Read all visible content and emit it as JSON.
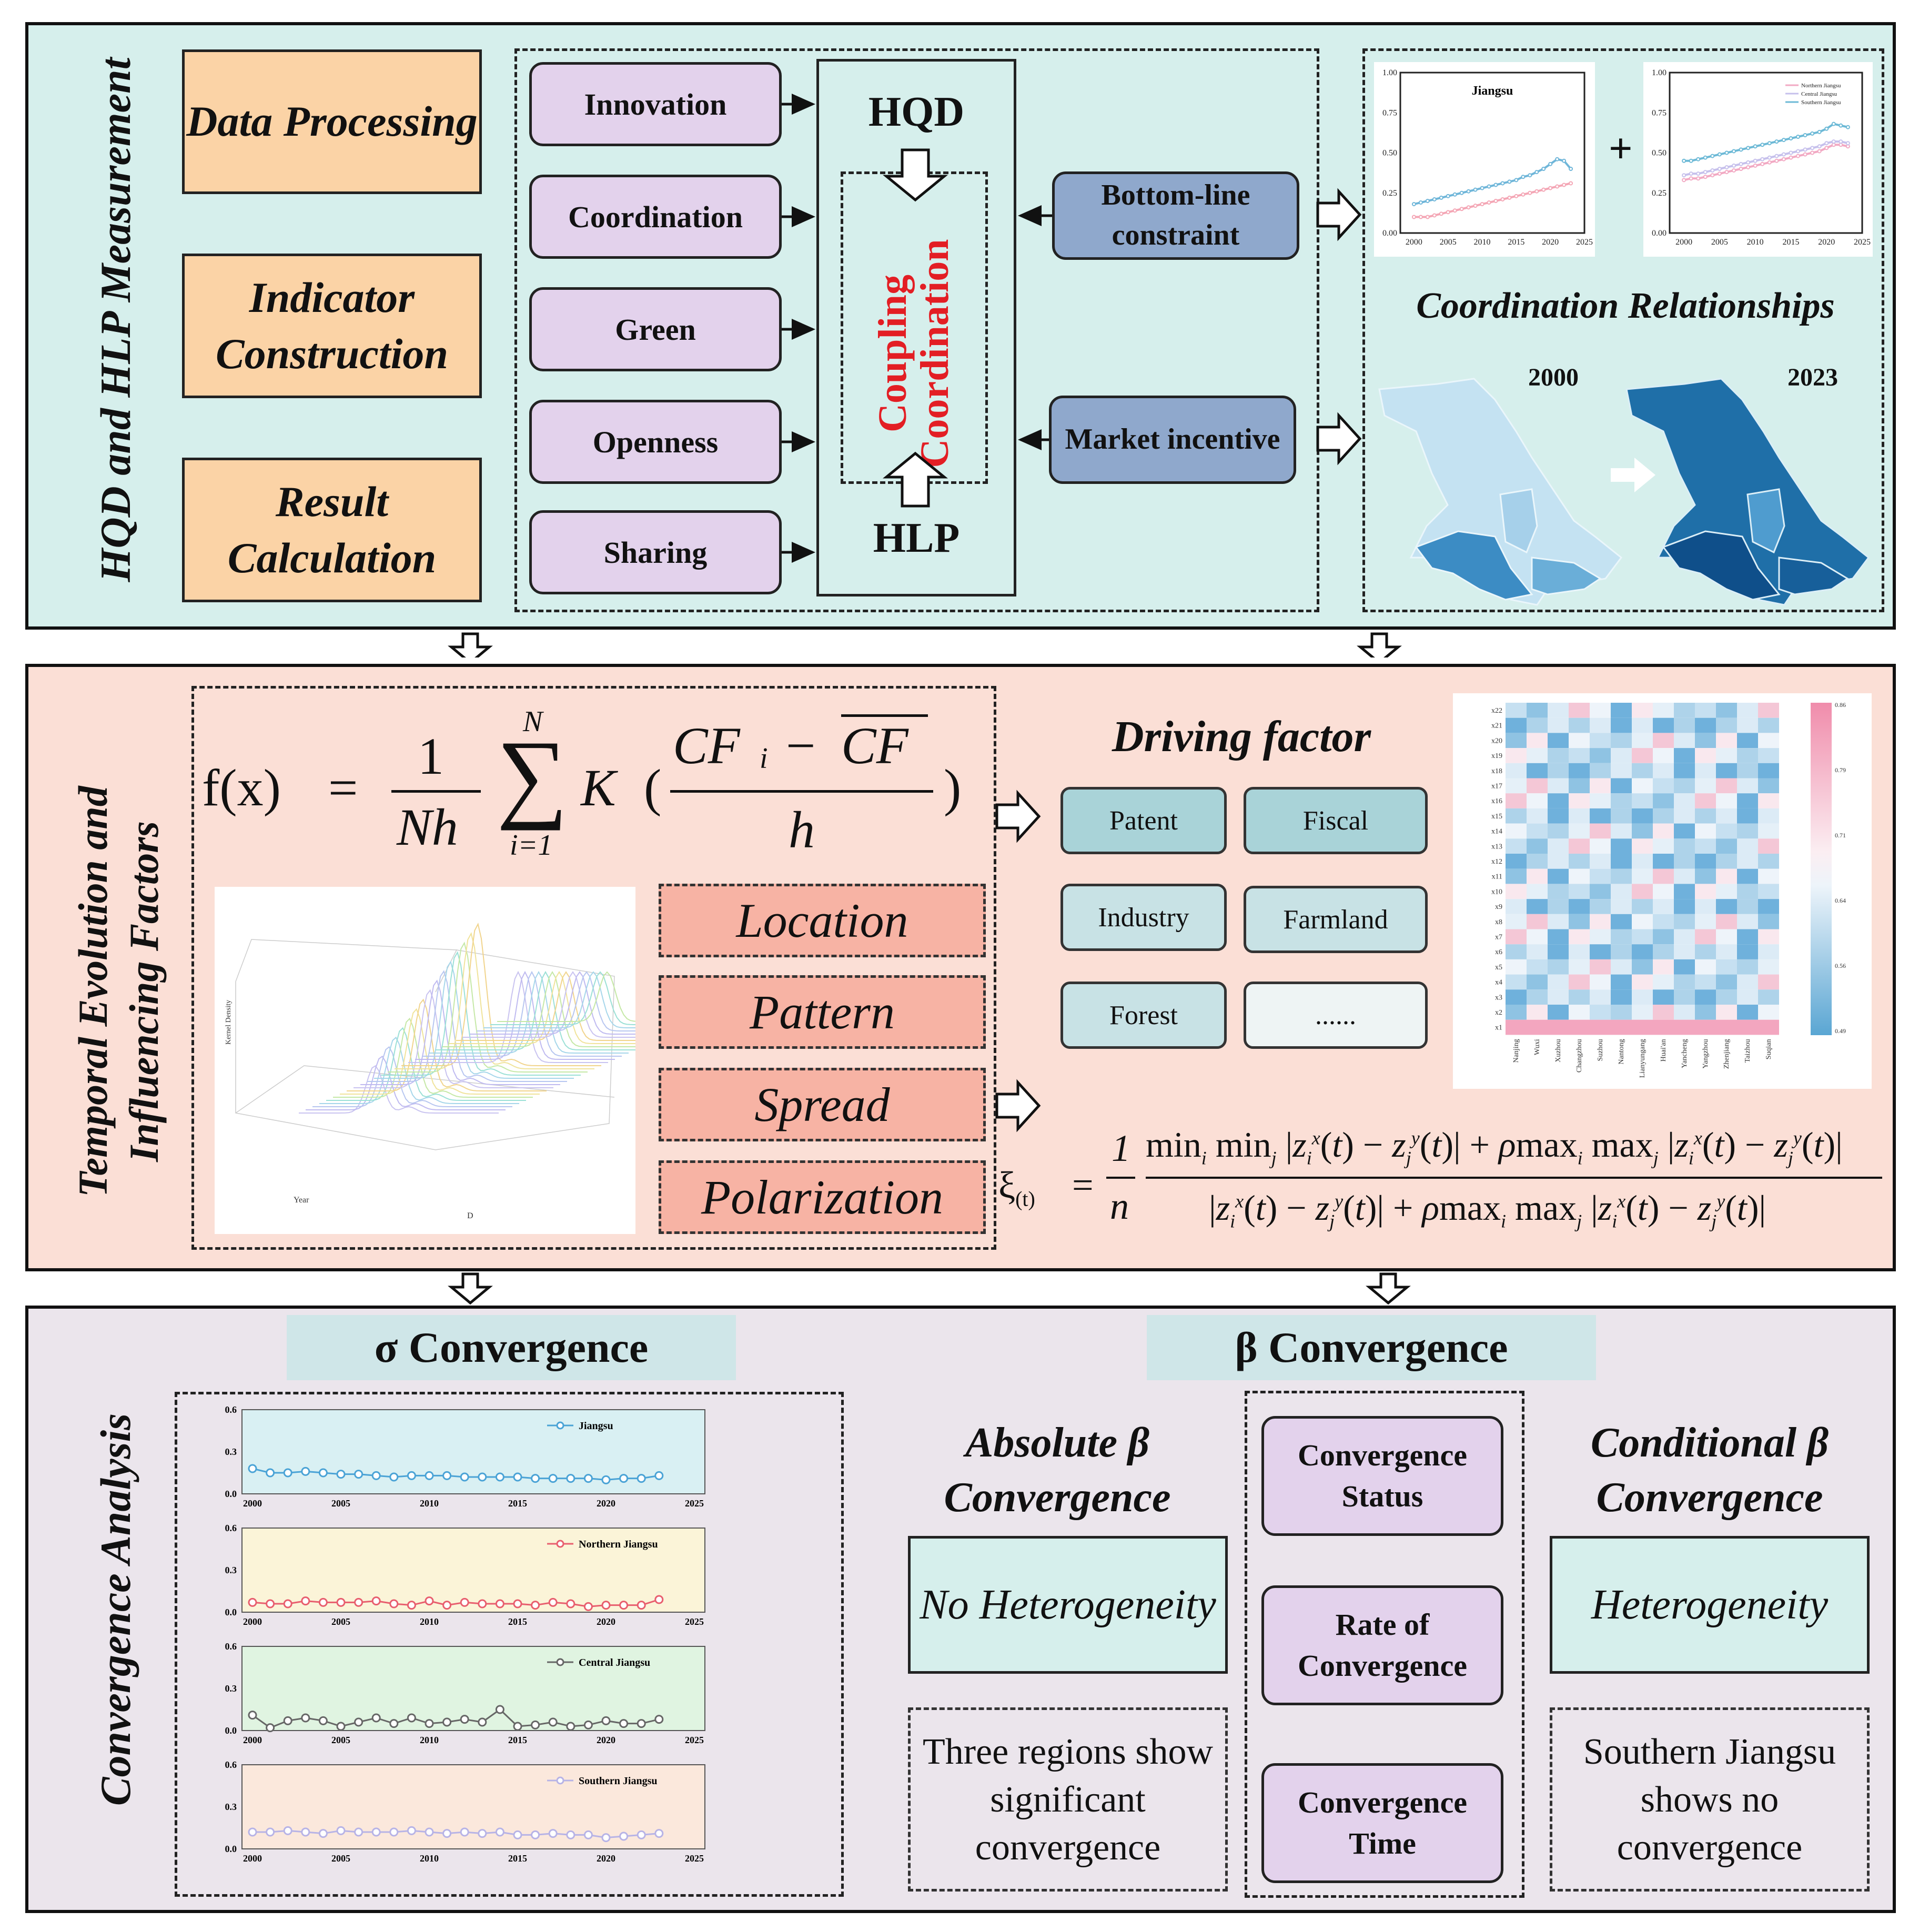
{
  "panel1": {
    "title": "HQD and HLP Measurement",
    "steps": [
      "Data Processing",
      "Indicator Construction",
      "Result Calculation"
    ],
    "concepts": [
      "Innovation",
      "Coordination",
      "Green",
      "Openness",
      "Sharing"
    ],
    "hqd": "HQD",
    "hlp": "HLP",
    "coupling": "Coupling Coordination",
    "constraint": "Bottom-line constraint",
    "incentive": "Market incentive",
    "coord_title": "Coordination Relationships",
    "year_start": "2000",
    "year_end": "2023",
    "chart_left_title": "Jiangsu",
    "chart_right_legend": [
      "Northern Jiangsu",
      "Central Jiangsu",
      "Southern Jiangsu"
    ],
    "plus": "+"
  },
  "panel2": {
    "title_line1": "Temporal Evolution and",
    "title_line2": "Influencing Factors",
    "kernel_labels": [
      "Location",
      "Pattern",
      "Spread",
      "Polarization"
    ],
    "driving_title": "Driving factor",
    "factors": [
      "Patent",
      "Fiscal",
      "Industry",
      "Farmland",
      "Forest",
      "......"
    ],
    "formula_lhs": "f(x)",
    "formula_one": "1",
    "formula_Nh": "Nh",
    "formula_N": "N",
    "formula_i1": "i=1",
    "formula_K": "K",
    "formula_num": "CF",
    "formula_sub": "i",
    "formula_h": "h",
    "density_axis": "Kernel Density",
    "year_axis": "Year",
    "d_axis": "D",
    "heat_rows": [
      "x22",
      "x21",
      "x20",
      "x19",
      "x18",
      "x17",
      "x16",
      "x15",
      "x14",
      "x13",
      "x12",
      "x11",
      "x10",
      "x9",
      "x8",
      "x7",
      "x6",
      "x5",
      "x4",
      "x3",
      "x2",
      "x1"
    ],
    "heat_cols": [
      "Nanjing",
      "Wuxi",
      "Xuzhou",
      "Changzhou",
      "Suzhou",
      "Nantong",
      "Lianyungang",
      "Huai'an",
      "Yancheng",
      "Yangzhou",
      "Zhenjiang",
      "Taizhou",
      "Suqian"
    ],
    "heat_scale": [
      "0.86",
      "0.79",
      "0.71",
      "0.64",
      "0.56",
      "0.49"
    ]
  },
  "panel3": {
    "title": "Convergence Analysis",
    "sigma_title": "σ Convergence",
    "beta_title": "β Convergence",
    "absolute_title": "Absolute β Convergence",
    "absolute_result": "No Heterogeneity",
    "absolute_note": "Three regions show significant convergence",
    "conditional_title": "Conditional β Convergence",
    "conditional_result": "Heterogeneity",
    "conditional_note": "Southern Jiangsu shows no convergence",
    "steps": [
      "Convergence Status",
      "Rate of Convergence",
      "Convergence Time"
    ],
    "sigma_x_ticks": [
      "2000",
      "2005",
      "2010",
      "2015",
      "2020",
      "2025"
    ],
    "sigma_y_ticks": [
      "0.0",
      "0.3",
      "0.6"
    ]
  },
  "chart_data": [
    {
      "type": "line",
      "title": "Jiangsu",
      "x": [
        2000,
        2001,
        2002,
        2003,
        2004,
        2005,
        2006,
        2007,
        2008,
        2009,
        2010,
        2011,
        2012,
        2013,
        2014,
        2015,
        2016,
        2017,
        2018,
        2019,
        2020,
        2021,
        2022,
        2023
      ],
      "ylim": [
        0,
        1.0
      ],
      "series": [
        {
          "values": [
            0.1,
            0.1,
            0.1,
            0.11,
            0.12,
            0.13,
            0.14,
            0.15,
            0.16,
            0.17,
            0.18,
            0.19,
            0.2,
            0.21,
            0.22,
            0.23,
            0.24,
            0.25,
            0.26,
            0.27,
            0.28,
            0.29,
            0.3,
            0.31
          ]
        },
        {
          "values": [
            0.18,
            0.19,
            0.2,
            0.21,
            0.22,
            0.23,
            0.24,
            0.25,
            0.26,
            0.27,
            0.28,
            0.29,
            0.3,
            0.31,
            0.32,
            0.33,
            0.35,
            0.36,
            0.38,
            0.4,
            0.43,
            0.46,
            0.45,
            0.4
          ]
        }
      ]
    },
    {
      "type": "line",
      "ylim": [
        0,
        1.0
      ],
      "x": [
        2000,
        2001,
        2002,
        2003,
        2004,
        2005,
        2006,
        2007,
        2008,
        2009,
        2010,
        2011,
        2012,
        2013,
        2014,
        2015,
        2016,
        2017,
        2018,
        2019,
        2020,
        2021,
        2022,
        2023
      ],
      "series": [
        {
          "name": "Northern Jiangsu",
          "values": [
            0.33,
            0.34,
            0.34,
            0.35,
            0.36,
            0.37,
            0.38,
            0.39,
            0.4,
            0.41,
            0.42,
            0.43,
            0.44,
            0.45,
            0.46,
            0.47,
            0.48,
            0.49,
            0.5,
            0.51,
            0.53,
            0.55,
            0.55,
            0.54
          ]
        },
        {
          "name": "Central Jiangsu",
          "values": [
            0.36,
            0.37,
            0.37,
            0.38,
            0.39,
            0.4,
            0.41,
            0.42,
            0.43,
            0.44,
            0.45,
            0.46,
            0.47,
            0.48,
            0.49,
            0.5,
            0.51,
            0.52,
            0.53,
            0.54,
            0.56,
            0.57,
            0.57,
            0.56
          ]
        },
        {
          "name": "Southern Jiangsu",
          "values": [
            0.45,
            0.45,
            0.46,
            0.47,
            0.48,
            0.49,
            0.5,
            0.51,
            0.52,
            0.53,
            0.54,
            0.55,
            0.56,
            0.57,
            0.58,
            0.59,
            0.6,
            0.61,
            0.62,
            0.63,
            0.65,
            0.68,
            0.67,
            0.66
          ]
        }
      ]
    },
    {
      "type": "line",
      "x_ticks": [
        "2000",
        "2005",
        "2010",
        "2015",
        "2020",
        "2025"
      ],
      "ylim": [
        0,
        0.6
      ],
      "x": [
        2000,
        2001,
        2002,
        2003,
        2004,
        2005,
        2006,
        2007,
        2008,
        2009,
        2010,
        2011,
        2012,
        2013,
        2014,
        2015,
        2016,
        2017,
        2018,
        2019,
        2020,
        2021,
        2022,
        2023
      ],
      "series": [
        {
          "name": "Jiangsu",
          "values": [
            0.18,
            0.15,
            0.15,
            0.16,
            0.15,
            0.14,
            0.14,
            0.13,
            0.12,
            0.13,
            0.13,
            0.13,
            0.12,
            0.12,
            0.12,
            0.12,
            0.11,
            0.11,
            0.11,
            0.11,
            0.1,
            0.11,
            0.11,
            0.13
          ]
        },
        {
          "name": "Northern Jiangsu",
          "values": [
            0.07,
            0.06,
            0.06,
            0.08,
            0.07,
            0.07,
            0.07,
            0.08,
            0.06,
            0.05,
            0.08,
            0.05,
            0.07,
            0.06,
            0.06,
            0.06,
            0.05,
            0.07,
            0.06,
            0.04,
            0.05,
            0.05,
            0.05,
            0.09
          ]
        },
        {
          "name": "Central Jiangsu",
          "values": [
            0.11,
            0.02,
            0.07,
            0.09,
            0.07,
            0.03,
            0.06,
            0.09,
            0.05,
            0.09,
            0.05,
            0.06,
            0.08,
            0.06,
            0.15,
            0.03,
            0.04,
            0.06,
            0.03,
            0.04,
            0.07,
            0.05,
            0.05,
            0.08
          ]
        },
        {
          "name": "Southern Jiangsu",
          "values": [
            0.12,
            0.12,
            0.13,
            0.12,
            0.11,
            0.13,
            0.12,
            0.12,
            0.12,
            0.13,
            0.12,
            0.11,
            0.12,
            0.11,
            0.12,
            0.1,
            0.1,
            0.11,
            0.1,
            0.1,
            0.08,
            0.09,
            0.1,
            0.11
          ]
        }
      ]
    }
  ]
}
